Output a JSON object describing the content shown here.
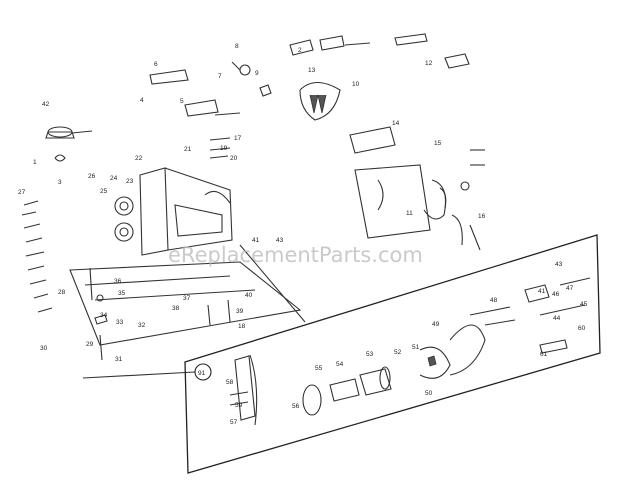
{
  "watermark": "eReplacementParts.com",
  "callout_label": "91",
  "labels_main": [
    "42",
    "8",
    "6",
    "7",
    "4",
    "9",
    "13",
    "5",
    "2",
    "12",
    "15",
    "10",
    "14",
    "16",
    "19",
    "20",
    "17",
    "3",
    "21",
    "1",
    "27",
    "25",
    "24",
    "23",
    "22",
    "26",
    "11",
    "18",
    "39",
    "40",
    "41",
    "43",
    "36",
    "35",
    "34",
    "33",
    "32",
    "31",
    "38",
    "37",
    "28",
    "29",
    "30"
  ],
  "labels_inset": [
    "43",
    "48",
    "41",
    "46",
    "47",
    "49",
    "45",
    "44",
    "50",
    "51",
    "52",
    "53",
    "54",
    "55",
    "56",
    "57",
    "58",
    "59",
    "60",
    "61"
  ]
}
